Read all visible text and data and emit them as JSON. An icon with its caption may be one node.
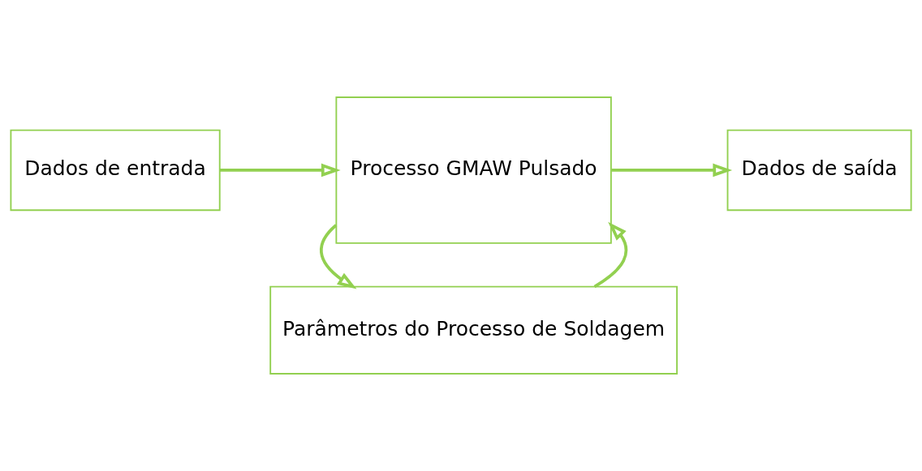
{
  "diagram": {
    "nodes": [
      {
        "text": [
          "Parâmetros do Processo de Soldagem"
        ]
      },
      {
        "text": [
          "Processo GMAW Pulsado"
        ]
      },
      {
        "text": [
          "Dados de entrada"
        ]
      },
      {
        "text": [
          "Dados de saída"
        ]
      }
    ],
    "edges": [
      {
        "from": 0,
        "to": 1,
        "arrow": "to"
      },
      {
        "from": 1,
        "to": 0,
        "arrow": "to"
      },
      {
        "from": 2,
        "to": 1,
        "arrow": "to"
      },
      {
        "from": 1,
        "to": 3,
        "arrow": "to"
      }
    ]
  }
}
